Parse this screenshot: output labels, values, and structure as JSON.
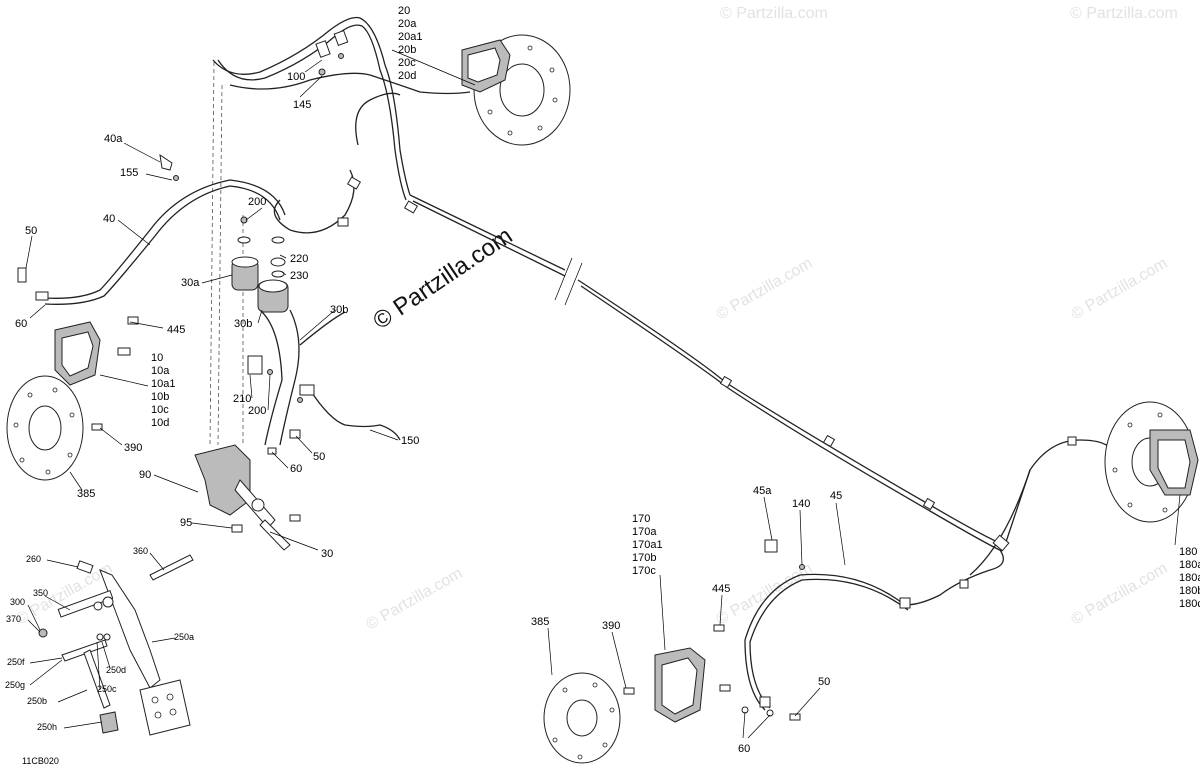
{
  "diagram": {
    "code": "11CB020",
    "watermark_main": "© Partzilla.com",
    "watermark_repeat": "© Partzilla.com",
    "callouts": {
      "c20": "20",
      "c20a": "20a",
      "c20a1": "20a1",
      "c20b": "20b",
      "c20c": "20c",
      "c20d": "20d",
      "c100": "100",
      "c145": "145",
      "c40a": "40a",
      "c155": "155",
      "c40": "40",
      "c50_top": "50",
      "c60_left": "60",
      "c200_top": "200",
      "c220": "220",
      "c230": "230",
      "c30a": "30a",
      "c30b_l": "30b",
      "c30b_r": "30b",
      "c445_left": "445",
      "c10": "10",
      "c10a": "10a",
      "c10a1": "10a1",
      "c10b": "10b",
      "c10c": "10c",
      "c10d": "10d",
      "c210": "210",
      "c200_mid": "200",
      "c390_left": "390",
      "c385_left": "385",
      "c150": "150",
      "c50_mid": "50",
      "c60_mid": "60",
      "c90": "90",
      "c95": "95",
      "c30": "30",
      "c360": "360",
      "c260": "260",
      "c350": "350",
      "c300": "300",
      "c370": "370",
      "c250a": "250a",
      "c250d": "250d",
      "c250c": "250c",
      "c250f": "250f",
      "c250g": "250g",
      "c250b": "250b",
      "c250h": "250h",
      "c45a": "45a",
      "c140": "140",
      "c45": "45",
      "c170": "170",
      "c170a": "170a",
      "c170a1": "170a1",
      "c170b": "170b",
      "c170c": "170c",
      "c445_right": "445",
      "c385_right": "385",
      "c390_right": "390",
      "c50_right": "50",
      "c60_right": "60",
      "c180": "180",
      "c180a": "180a",
      "c180a1": "180a1",
      "c180b": "180b",
      "c180c": "180c"
    }
  }
}
